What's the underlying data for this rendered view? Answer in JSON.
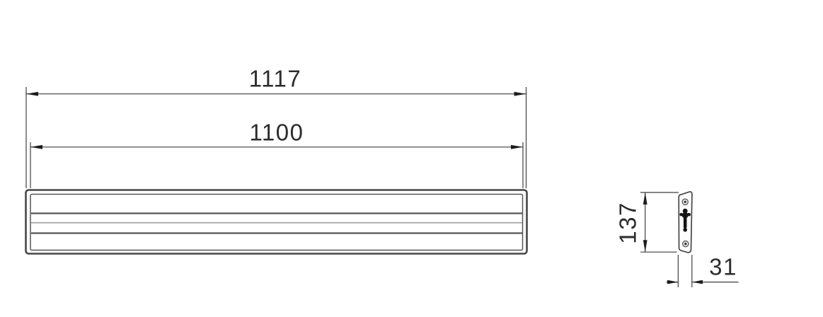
{
  "drawing": {
    "description": "two-view technical dimension drawing of a long slatted wall-mounted unit",
    "front_view": {
      "slat_lines": 3
    },
    "side_view": {
      "screw_holes": 2,
      "mount_icon": "keyhole-mount-icon"
    }
  },
  "dimensions": {
    "overall_width": "1117",
    "inner_width": "1100",
    "height": "137",
    "depth": "31"
  },
  "colors": {
    "line": "#474747",
    "thin_line": "#3f3f3f",
    "slat_light": "#8f8f8f",
    "text": "#2c2c2c",
    "background": "#ffffff"
  }
}
